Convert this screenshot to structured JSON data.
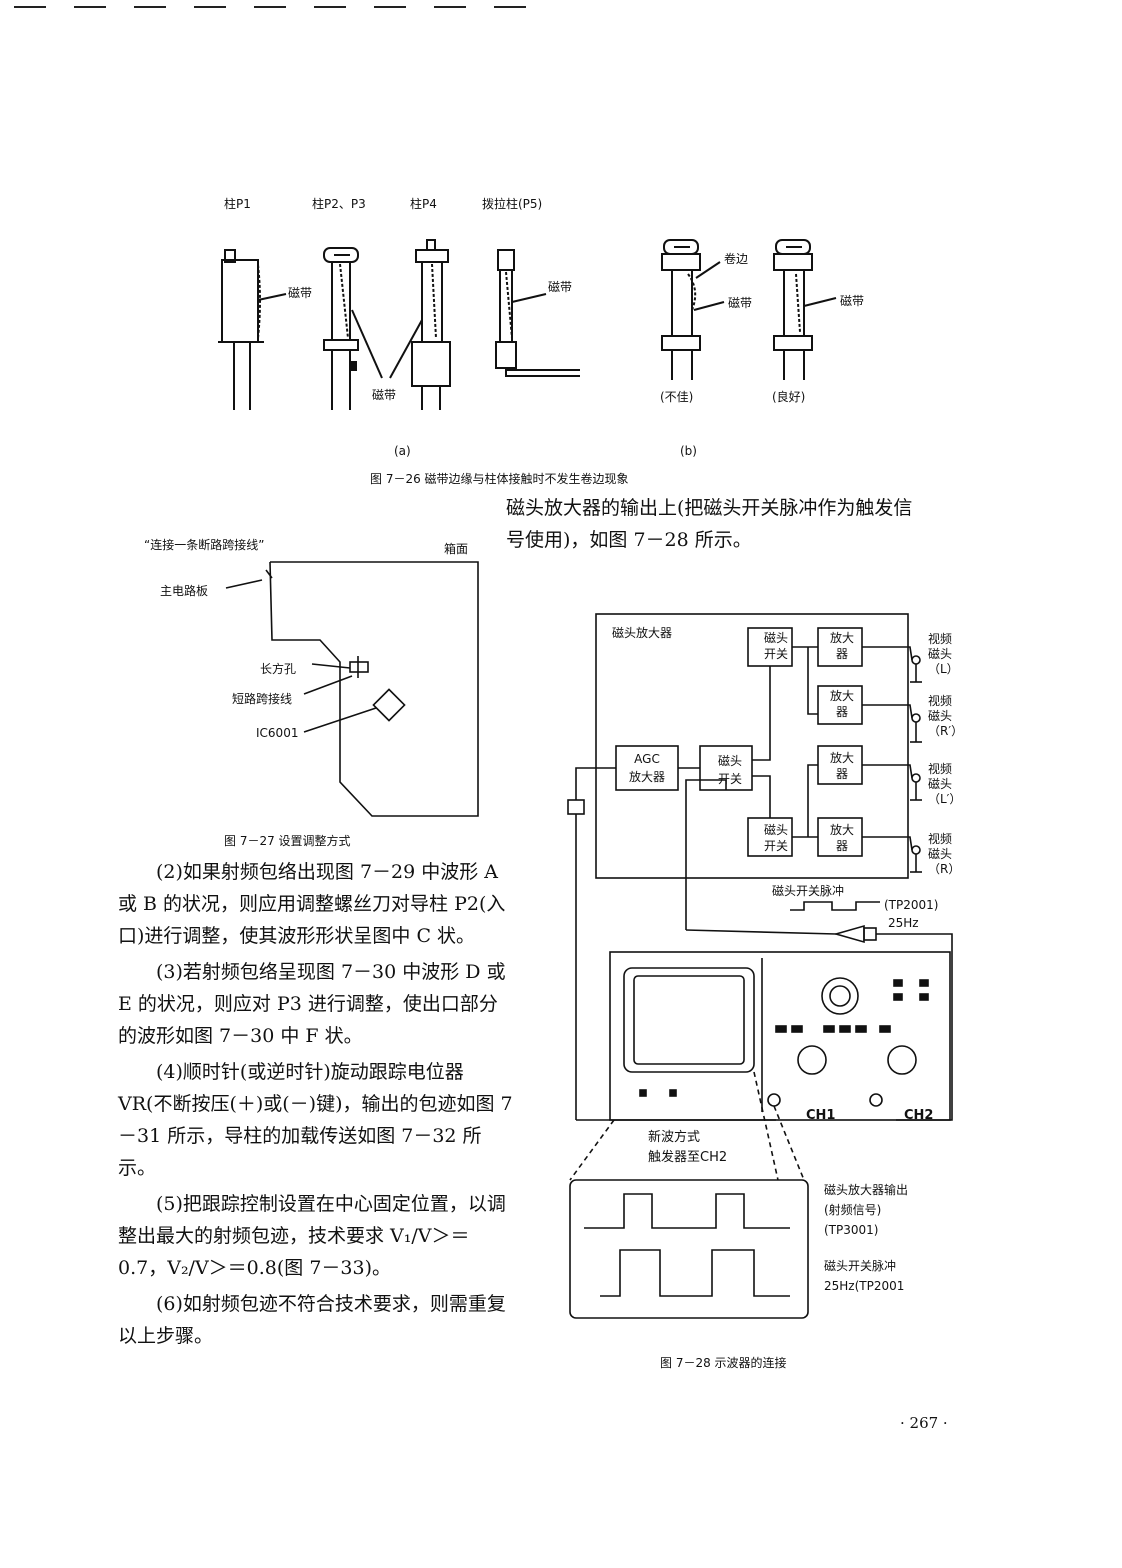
{
  "fig26": {
    "col_labels": [
      "柱P1",
      "柱P2、P3",
      "柱P4",
      "拨拉柱(P5)"
    ],
    "tape_label": "磁带",
    "curl_label": "卷边",
    "bad_label": "(不佳)",
    "good_label": "(良好)",
    "sub_a": "(a)",
    "sub_b": "(b)",
    "caption": "图 7－26   磁带边缘与柱体接触时不发生卷边现象"
  },
  "fig27": {
    "quote": "“连接一条断路跨接线”",
    "case_label": "箱面",
    "board_label": "主电路板",
    "hole_label": "长方孔",
    "jumper_label": "短路跨接线",
    "ic_label": "IC6001",
    "caption": "图 7－27   设置调整方式"
  },
  "fig28": {
    "amp_title": "磁头放大器",
    "switch_label": [
      "磁头",
      "开关"
    ],
    "amp_label": [
      "放大",
      "器"
    ],
    "agc_label": [
      "AGC",
      "放大器"
    ],
    "heads": [
      [
        "视频",
        "磁头",
        "（L）"
      ],
      [
        "视频",
        "磁头",
        "（R′）"
      ],
      [
        "视频",
        "磁头",
        "（L′）"
      ],
      [
        "视频",
        "磁头",
        "（R）"
      ]
    ],
    "pulse_label": "磁头开关脉冲",
    "tp2001": "(TP2001)",
    "freq": "25Hz",
    "ch1": "CH1",
    "ch2": "CH2",
    "trigger_note": [
      "新波方式",
      "触发器至CH2"
    ],
    "out_label": [
      "磁头放大器输出",
      "(射频信号)",
      "(TP3001)"
    ],
    "pulse_label2": [
      "磁头开关脉冲",
      "25Hz(TP2001"
    ],
    "caption": "图 7－28   示波器的连接"
  },
  "right_text": [
    "磁头放大器的输出上(把磁头开关脉冲作为触发信",
    "号使用)，如图 7－28 所示。"
  ],
  "paragraphs": [
    "(2)如果射频包络出现图 7－29 中波形 A 或 B 的状况，则应用调整螺丝刀对导柱 P2(入口)进行调整，使其波形形状呈图中 C 状。",
    "(3)若射频包络呈现图 7－30 中波形 D 或 E 的状况，则应对 P3 进行调整，使出口部分的波形如图 7－30 中 F 状。",
    "(4)顺时针(或逆时针)旋动跟踪电位器 VR(不断按压(＋)或(－)键)，输出的包迹如图 7－31 所示，导柱的加载传送如图 7－32 所示。",
    "(5)把跟踪控制设置在中心固定位置，以调整出最大的射频包迹，技术要求 V₁/V＞＝0.7，V₂/V＞＝0.8(图 7－33)。",
    "(6)如射频包迹不符合技术要求，则需重复以上步骤。"
  ],
  "page_number": "· 267 ·"
}
